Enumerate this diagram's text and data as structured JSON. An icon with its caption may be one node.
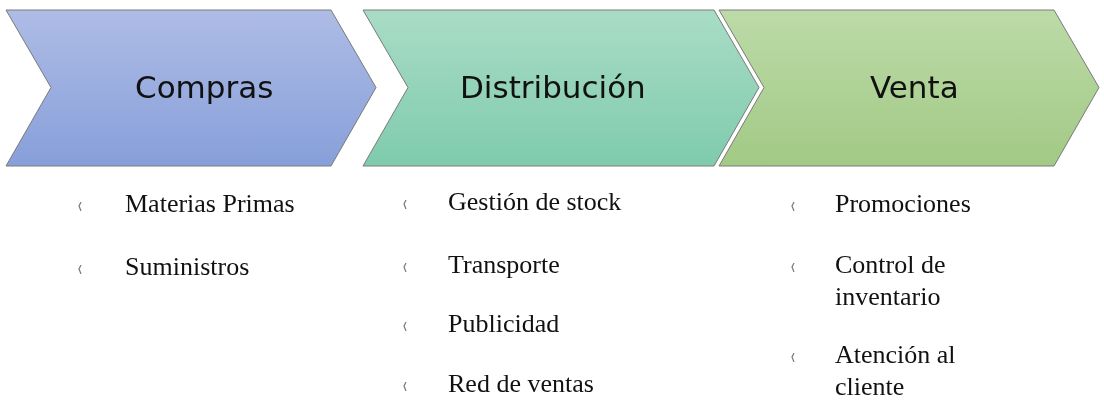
{
  "diagram": {
    "nodes": [
      {
        "text": [
          "Compras"
        ],
        "beside": [
          "Materias Primas",
          "Suministros"
        ]
      },
      {
        "text": [
          "Distribución"
        ],
        "beside": [
          "Gestión de stock",
          "Transporte",
          "Publicidad",
          "Red de ventas"
        ]
      },
      {
        "text": [
          "Venta"
        ],
        "beside": [
          "Promociones",
          "Control de inventario",
          "Atención al cliente"
        ]
      }
    ]
  }
}
